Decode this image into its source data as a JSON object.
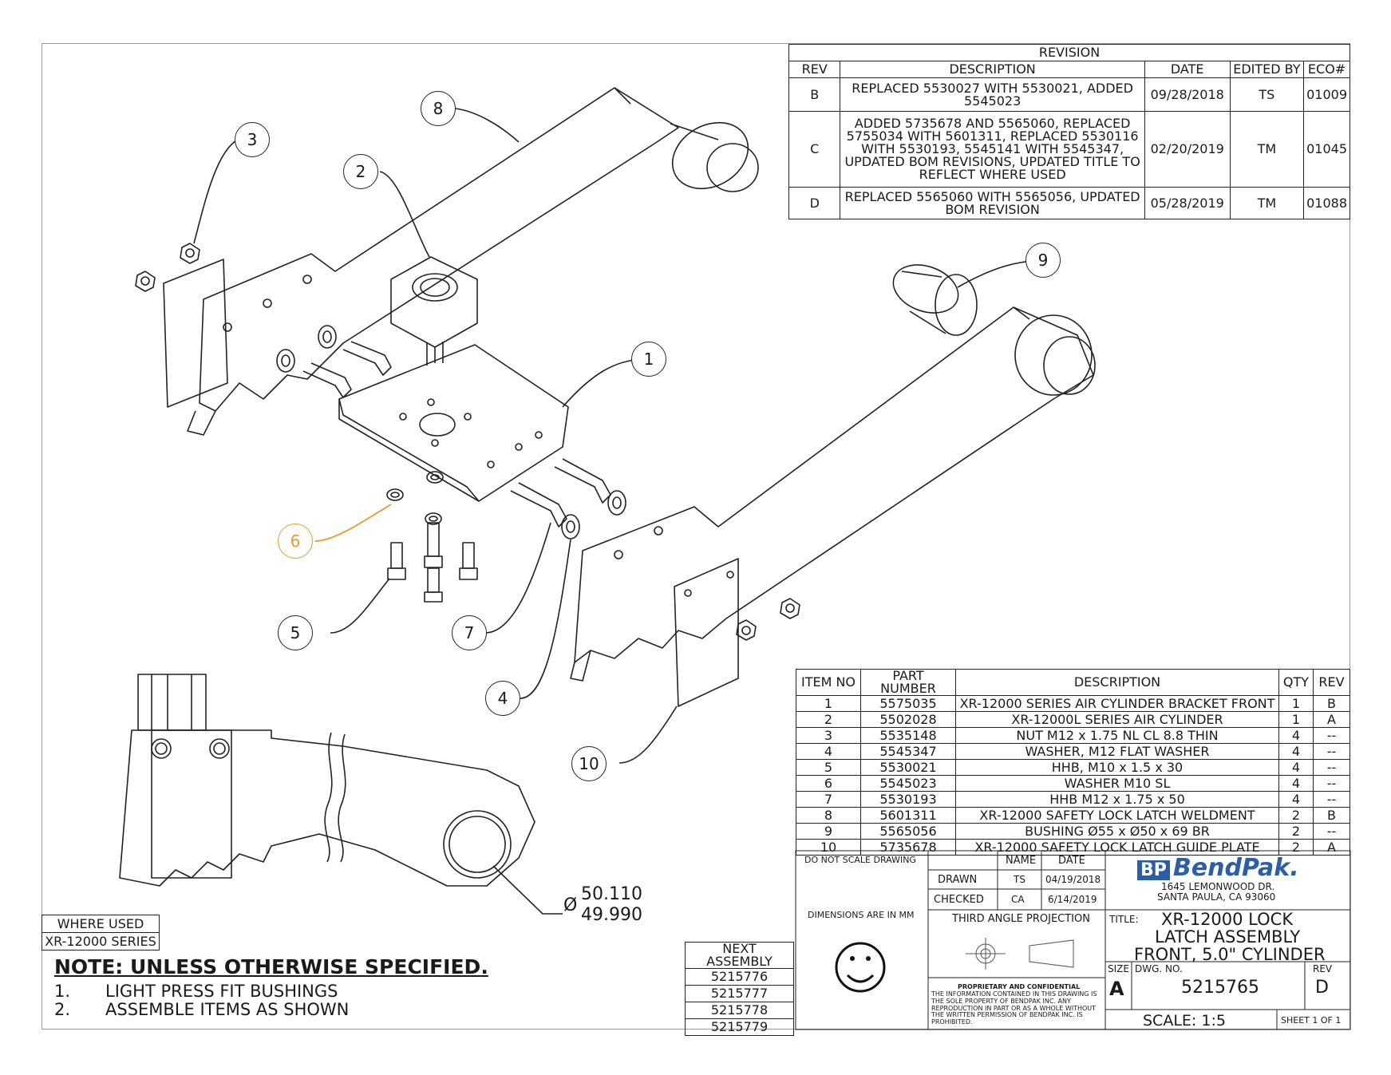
{
  "revision": {
    "title": "REVISION",
    "headers": [
      "REV",
      "DESCRIPTION",
      "DATE",
      "EDITED BY",
      "ECO#"
    ],
    "rows": [
      {
        "rev": "B",
        "description": "REPLACED 5530027 WITH 5530021, ADDED 5545023",
        "date": "09/28/2018",
        "edited_by": "TS",
        "eco": "01009"
      },
      {
        "rev": "C",
        "description": "ADDED 5735678 AND 5565060, REPLACED 5755034 WITH 5601311, REPLACED 5530116 WITH 5530193, 5545141 WITH 5545347, UPDATED BOM REVISIONS, UPDATED TITLE TO REFLECT WHERE USED",
        "date": "02/20/2019",
        "edited_by": "TM",
        "eco": "01045"
      },
      {
        "rev": "D",
        "description": "REPLACED 5565060 WITH 5565056, UPDATED BOM REVISION",
        "date": "05/28/2019",
        "edited_by": "TM",
        "eco": "01088"
      }
    ]
  },
  "bom": {
    "headers": [
      "ITEM NO",
      "PART NUMBER",
      "DESCRIPTION",
      "QTY",
      "REV"
    ],
    "rows": [
      {
        "item": "1",
        "part": "5575035",
        "description": "XR-12000 SERIES AIR CYLINDER BRACKET FRONT",
        "qty": "1",
        "rev": "B"
      },
      {
        "item": "2",
        "part": "5502028",
        "description": "XR-12000L SERIES AIR CYLINDER",
        "qty": "1",
        "rev": "A"
      },
      {
        "item": "3",
        "part": "5535148",
        "description": "NUT M12 x 1.75 NL CL 8.8 THIN",
        "qty": "4",
        "rev": "--"
      },
      {
        "item": "4",
        "part": "5545347",
        "description": "WASHER, M12 FLAT WASHER",
        "qty": "4",
        "rev": "--"
      },
      {
        "item": "5",
        "part": "5530021",
        "description": "HHB, M10 x 1.5 x 30",
        "qty": "4",
        "rev": "--"
      },
      {
        "item": "6",
        "part": "5545023",
        "description": "WASHER M10 SL",
        "qty": "4",
        "rev": "--"
      },
      {
        "item": "7",
        "part": "5530193",
        "description": "HHB M12 x 1.75 x 50",
        "qty": "4",
        "rev": "--"
      },
      {
        "item": "8",
        "part": "5601311",
        "description": "XR-12000 SAFETY LOCK LATCH WELDMENT",
        "qty": "2",
        "rev": "B"
      },
      {
        "item": "9",
        "part": "5565056",
        "description": "BUSHING Ø55 x Ø50 x 69 BR",
        "qty": "2",
        "rev": "--"
      },
      {
        "item": "10",
        "part": "5735678",
        "description": "XR-12000 SAFETY LOCK LATCH GUIDE PLATE",
        "qty": "2",
        "rev": "A"
      }
    ]
  },
  "balloons": [
    "1",
    "2",
    "3",
    "4",
    "5",
    "6",
    "7",
    "8",
    "9",
    "10"
  ],
  "highlight_color": "#e89b2a",
  "dimension": {
    "symbol": "Ø",
    "upper": "50.110",
    "lower": "49.990"
  },
  "where_used": {
    "header": "WHERE USED",
    "value": "XR-12000 SERIES"
  },
  "notes": {
    "title": "NOTE: UNLESS OTHERWISE SPECIFIED",
    "items": [
      {
        "num": "1.",
        "text": "LIGHT PRESS FIT BUSHINGS"
      },
      {
        "num": "2.",
        "text": "ASSEMBLE ITEMS AS SHOWN"
      }
    ]
  },
  "next_assembly": {
    "header": "NEXT ASSEMBLY",
    "values": [
      "5215776",
      "5215777",
      "5215778",
      "5215779"
    ]
  },
  "title_block": {
    "do_not_scale": "DO NOT SCALE DRAWING",
    "dimensions_note": "DIMENSIONS ARE IN MM",
    "name_label": "NAME",
    "date_label": "DATE",
    "drawn_label": "DRAWN",
    "drawn_name": "TS",
    "drawn_date": "04/19/2018",
    "checked_label": "CHECKED",
    "checked_name": "CA",
    "checked_date": "6/14/2019",
    "projection": "THIRD ANGLE PROJECTION",
    "proprietary_title": "PROPRIETARY AND CONFIDENTIAL",
    "proprietary_text": "THE INFORMATION CONTAINED IN THIS DRAWING IS THE SOLE PROPERTY OF BENDPAK INC. ANY REPRODUCTION IN PART OR AS A WHOLE WITHOUT THE WRITTEN PERMISSION OF BENDPAK INC. IS PROHIBITED.",
    "logo_mark": "BP",
    "logo_text": "BendPak.",
    "address_line1": "1645 LEMONWOOD DR.",
    "address_line2": "SANTA PAULA, CA 93060",
    "title_label": "TITLE:",
    "title_line1": "XR-12000 LOCK",
    "title_line2": "LATCH ASSEMBLY",
    "title_line3": "FRONT, 5.0\" CYLINDER",
    "size_label": "SIZE",
    "size": "A",
    "dwg_label": "DWG. NO.",
    "dwg_no": "5215765",
    "rev_label": "REV",
    "rev": "D",
    "scale": "SCALE: 1:5",
    "sheet": "SHEET 1 OF 1"
  }
}
